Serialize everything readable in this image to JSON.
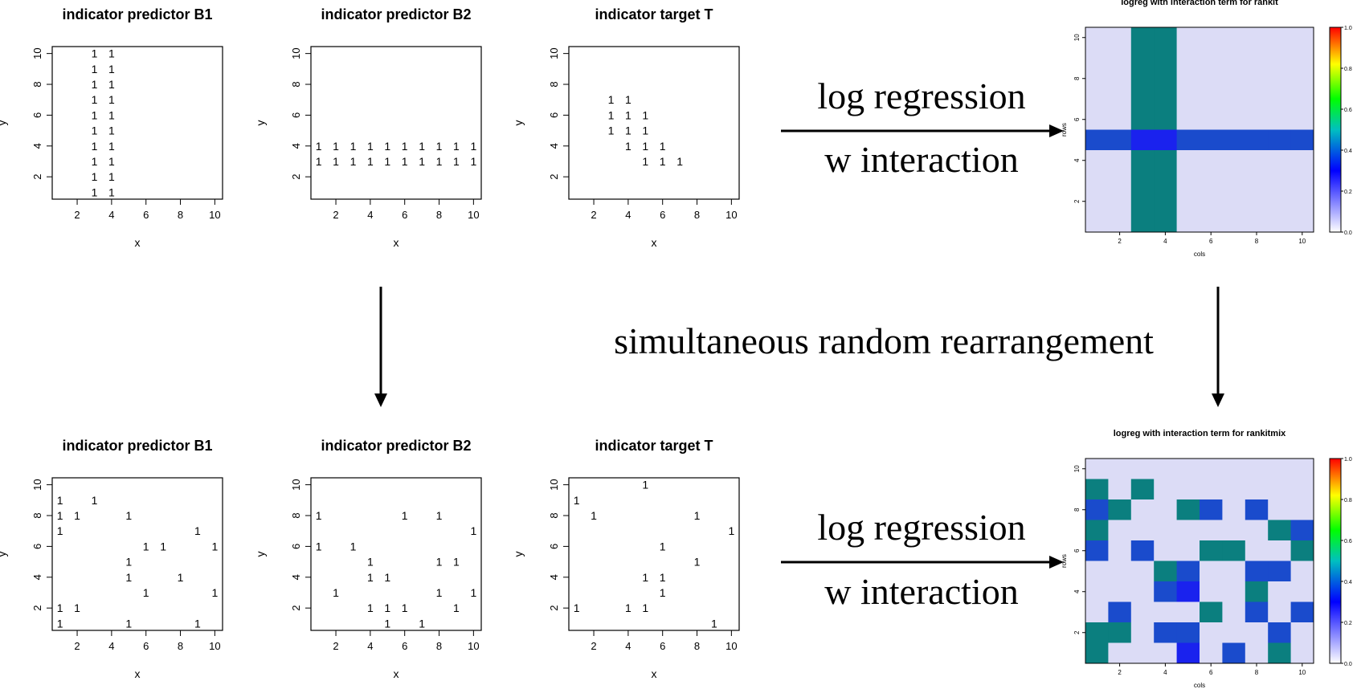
{
  "panels": [
    {
      "id": "b1_top",
      "title": "indicator predictor B1",
      "xlabel": "x",
      "ylabel": "y",
      "xticks": [
        2,
        4,
        6,
        8,
        10
      ],
      "yticks": [
        2,
        4,
        6,
        8,
        10
      ],
      "marker": "1",
      "points": [
        [
          3,
          1
        ],
        [
          3,
          2
        ],
        [
          3,
          3
        ],
        [
          3,
          4
        ],
        [
          3,
          5
        ],
        [
          3,
          6
        ],
        [
          3,
          7
        ],
        [
          3,
          8
        ],
        [
          3,
          9
        ],
        [
          3,
          10
        ],
        [
          4,
          1
        ],
        [
          4,
          2
        ],
        [
          4,
          3
        ],
        [
          4,
          4
        ],
        [
          4,
          5
        ],
        [
          4,
          6
        ],
        [
          4,
          7
        ],
        [
          4,
          8
        ],
        [
          4,
          9
        ],
        [
          4,
          10
        ]
      ]
    },
    {
      "id": "b2_top",
      "title": "indicator predictor B2",
      "xlabel": "x",
      "ylabel": "y",
      "xticks": [
        2,
        4,
        6,
        8,
        10
      ],
      "yticks": [
        2,
        4,
        6,
        8,
        10
      ],
      "marker": "1",
      "points": [
        [
          1,
          3
        ],
        [
          2,
          3
        ],
        [
          3,
          3
        ],
        [
          4,
          3
        ],
        [
          5,
          3
        ],
        [
          6,
          3
        ],
        [
          7,
          3
        ],
        [
          8,
          3
        ],
        [
          9,
          3
        ],
        [
          10,
          3
        ],
        [
          1,
          4
        ],
        [
          2,
          4
        ],
        [
          3,
          4
        ],
        [
          4,
          4
        ],
        [
          5,
          4
        ],
        [
          6,
          4
        ],
        [
          7,
          4
        ],
        [
          8,
          4
        ],
        [
          9,
          4
        ],
        [
          10,
          4
        ]
      ]
    },
    {
      "id": "t_top",
      "title": "indicator target T",
      "xlabel": "x",
      "ylabel": "y",
      "xticks": [
        2,
        4,
        6,
        8,
        10
      ],
      "yticks": [
        2,
        4,
        6,
        8,
        10
      ],
      "marker": "1",
      "points": [
        [
          3,
          7
        ],
        [
          4,
          7
        ],
        [
          3,
          6
        ],
        [
          4,
          6
        ],
        [
          5,
          6
        ],
        [
          3,
          5
        ],
        [
          4,
          5
        ],
        [
          5,
          5
        ],
        [
          4,
          4
        ],
        [
          5,
          4
        ],
        [
          6,
          4
        ],
        [
          5,
          3
        ],
        [
          6,
          3
        ],
        [
          7,
          3
        ]
      ]
    },
    {
      "id": "b1_bottom",
      "title": "indicator predictor B1",
      "xlabel": "x",
      "ylabel": "y",
      "xticks": [
        2,
        4,
        6,
        8,
        10
      ],
      "yticks": [
        2,
        4,
        6,
        8,
        10
      ],
      "marker": "1",
      "points": [
        [
          1,
          9
        ],
        [
          3,
          9
        ],
        [
          1,
          8
        ],
        [
          2,
          8
        ],
        [
          5,
          8
        ],
        [
          1,
          7
        ],
        [
          9,
          7
        ],
        [
          6,
          6
        ],
        [
          7,
          6
        ],
        [
          10,
          6
        ],
        [
          5,
          5
        ],
        [
          5,
          4
        ],
        [
          8,
          4
        ],
        [
          6,
          3
        ],
        [
          10,
          3
        ],
        [
          1,
          2
        ],
        [
          2,
          2
        ],
        [
          1,
          1
        ],
        [
          5,
          1
        ],
        [
          9,
          1
        ]
      ]
    },
    {
      "id": "b2_bottom",
      "title": "indicator predictor B2",
      "xlabel": "x",
      "ylabel": "y",
      "xticks": [
        2,
        4,
        6,
        8,
        10
      ],
      "yticks": [
        2,
        4,
        6,
        8,
        10
      ],
      "marker": "1",
      "points": [
        [
          1,
          8
        ],
        [
          6,
          8
        ],
        [
          8,
          8
        ],
        [
          10,
          7
        ],
        [
          1,
          6
        ],
        [
          3,
          6
        ],
        [
          4,
          5
        ],
        [
          8,
          5
        ],
        [
          9,
          5
        ],
        [
          4,
          4
        ],
        [
          5,
          4
        ],
        [
          2,
          3
        ],
        [
          8,
          3
        ],
        [
          10,
          3
        ],
        [
          4,
          2
        ],
        [
          5,
          2
        ],
        [
          6,
          2
        ],
        [
          9,
          2
        ],
        [
          5,
          1
        ],
        [
          7,
          1
        ]
      ]
    },
    {
      "id": "t_bottom",
      "title": "indicator target T",
      "xlabel": "x",
      "ylabel": "y",
      "xticks": [
        2,
        4,
        6,
        8,
        10
      ],
      "yticks": [
        2,
        4,
        6,
        8,
        10
      ],
      "marker": "1",
      "points": [
        [
          5,
          10
        ],
        [
          1,
          9
        ],
        [
          2,
          8
        ],
        [
          8,
          8
        ],
        [
          10,
          7
        ],
        [
          6,
          6
        ],
        [
          8,
          5
        ],
        [
          5,
          4
        ],
        [
          6,
          4
        ],
        [
          6,
          3
        ],
        [
          1,
          2
        ],
        [
          4,
          2
        ],
        [
          5,
          2
        ],
        [
          9,
          1
        ]
      ]
    }
  ],
  "heatmaps": [
    {
      "id": "hm_top",
      "title": "logreg with interaction term for rankit",
      "xlabel": "cols",
      "ylabel": "rows",
      "xticks": [
        2,
        4,
        6,
        8,
        10
      ],
      "yticks": [
        2,
        4,
        6,
        8,
        10
      ],
      "colorbar_ticks": [
        "0.0",
        "0.2",
        "0.4",
        "0.6",
        "0.8",
        "1.0"
      ],
      "palette": {
        "0": "#dcdcf6",
        "1": "#0b7f7f",
        "2": "#1a4bcc",
        "3": "#1a22ee"
      },
      "grid": [
        "0011000000",
        "0011000000",
        "0011000000",
        "0011000000",
        "0011000000",
        "2233222222",
        "0011000000",
        "0011000000",
        "0011000000",
        "0011000000"
      ]
    },
    {
      "id": "hm_bottom",
      "title": "logreg with interaction term for rankitmix",
      "xlabel": "cols",
      "ylabel": "rows",
      "xticks": [
        2,
        4,
        6,
        8,
        10
      ],
      "yticks": [
        2,
        4,
        6,
        8,
        10
      ],
      "colorbar_ticks": [
        "0.0",
        "0.2",
        "0.4",
        "0.6",
        "0.8",
        "1.0"
      ],
      "palette": {
        "0": "#dcdcf6",
        "1": "#0b7f7f",
        "2": "#1a4bcc",
        "3": "#1a22ee"
      },
      "grid": [
        "0000000000",
        "1010000000",
        "2100120200",
        "1000000012",
        "2020011001",
        "0001200220",
        "0002300100",
        "0200010202",
        "1102200020",
        "1000302010"
      ]
    }
  ],
  "arrows": {
    "top_label_1": "log regression",
    "top_label_2": "w interaction",
    "bottom_label_1": "log regression",
    "bottom_label_2": "w interaction",
    "middle_label": "simultaneous random rearrangement"
  }
}
